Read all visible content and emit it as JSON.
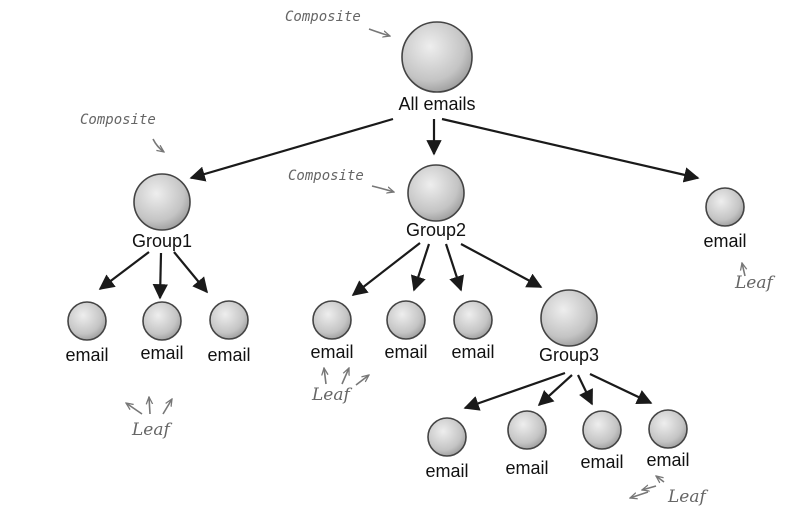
{
  "diagram": {
    "nodes": [
      {
        "id": "all",
        "label": "All emails",
        "kind": "composite"
      },
      {
        "id": "g1",
        "label": "Group1",
        "kind": "composite"
      },
      {
        "id": "g2",
        "label": "Group2",
        "kind": "composite"
      },
      {
        "id": "e_top",
        "label": "email",
        "kind": "leaf"
      },
      {
        "id": "g1e1",
        "label": "email",
        "kind": "leaf"
      },
      {
        "id": "g1e2",
        "label": "email",
        "kind": "leaf"
      },
      {
        "id": "g1e3",
        "label": "email",
        "kind": "leaf"
      },
      {
        "id": "g2e1",
        "label": "email",
        "kind": "leaf"
      },
      {
        "id": "g2e2",
        "label": "email",
        "kind": "leaf"
      },
      {
        "id": "g2e3",
        "label": "email",
        "kind": "leaf"
      },
      {
        "id": "g3",
        "label": "Group3",
        "kind": "composite"
      },
      {
        "id": "g3e1",
        "label": "email",
        "kind": "leaf"
      },
      {
        "id": "g3e2",
        "label": "email",
        "kind": "leaf"
      },
      {
        "id": "g3e3",
        "label": "email",
        "kind": "leaf"
      },
      {
        "id": "g3e4",
        "label": "email",
        "kind": "leaf"
      }
    ],
    "edges": [
      [
        "all",
        "g1"
      ],
      [
        "all",
        "g2"
      ],
      [
        "all",
        "e_top"
      ],
      [
        "g1",
        "g1e1"
      ],
      [
        "g1",
        "g1e2"
      ],
      [
        "g1",
        "g1e3"
      ],
      [
        "g2",
        "g2e1"
      ],
      [
        "g2",
        "g2e2"
      ],
      [
        "g2",
        "g2e3"
      ],
      [
        "g2",
        "g3"
      ],
      [
        "g3",
        "g3e1"
      ],
      [
        "g3",
        "g3e2"
      ],
      [
        "g3",
        "g3e3"
      ],
      [
        "g3",
        "g3e4"
      ]
    ],
    "annotations": {
      "composite_1": "Composite",
      "composite_2": "Composite",
      "composite_3": "Composite",
      "leaf_1": "Leaf",
      "leaf_2": "Leaf",
      "leaf_3": "Leaf",
      "leaf_4": "Leaf"
    }
  },
  "colors": {
    "node_fill_light": "#e6e6e6",
    "node_fill_dark": "#a9a9a9",
    "edge": "#1a1a1a",
    "annotation": "#666666"
  }
}
